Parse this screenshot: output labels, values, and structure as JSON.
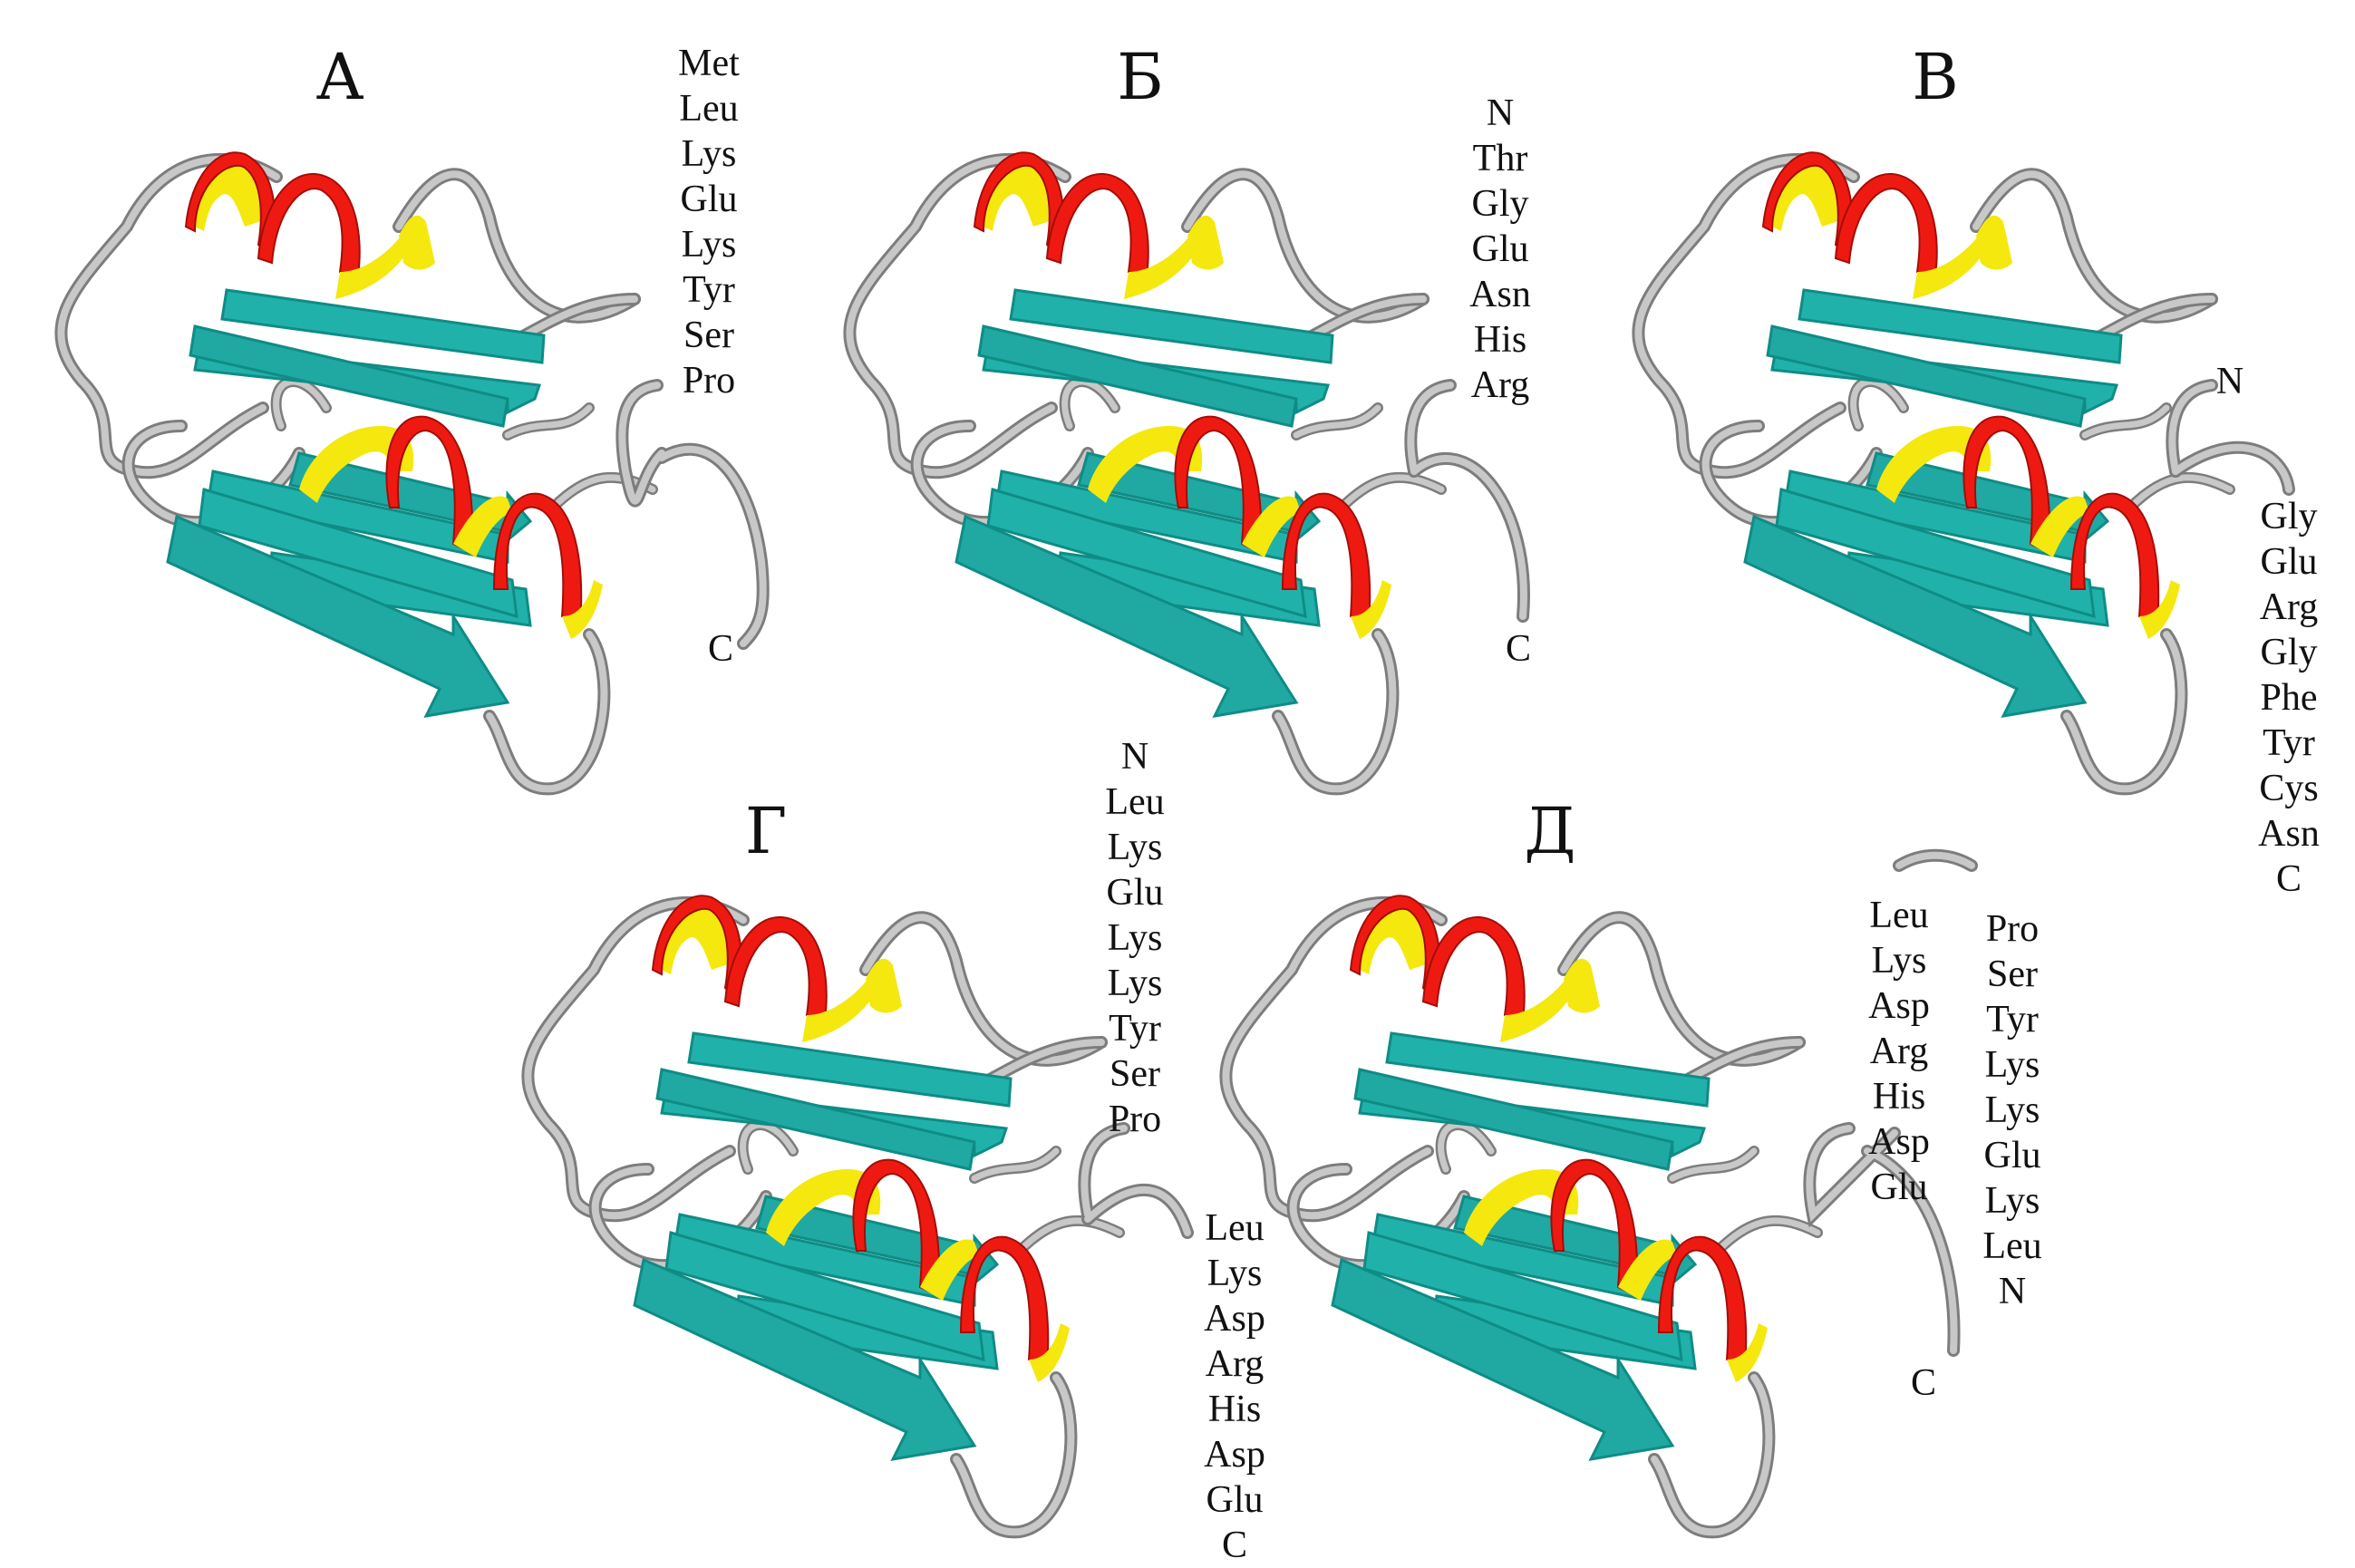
{
  "colors": {
    "helix_front": "#ee1a12",
    "helix_back": "#f4e80e",
    "strand": "#20b2aa",
    "strand_dark": "#0f8c85",
    "loop": "#b9b9b9",
    "loop_edge": "#7d7d7d"
  },
  "panels": [
    {
      "label": "А",
      "sequences": [
        {
          "residues": [
            "Met",
            "Leu",
            "Lys",
            "Glu",
            "Lys",
            "Tyr",
            "Ser",
            "Pro"
          ]
        }
      ],
      "terminals": [
        "C"
      ]
    },
    {
      "label": "Б",
      "sequences": [
        {
          "residues": [
            "N",
            "Thr",
            "Gly",
            "Glu",
            "Asn",
            "His",
            "Arg"
          ]
        }
      ],
      "terminals": [
        "C"
      ]
    },
    {
      "label": "В",
      "sequences": [
        {
          "residues": [
            "Gly",
            "Glu",
            "Arg",
            "Gly",
            "Phe",
            "Tyr",
            "Cys",
            "Asn",
            "C"
          ]
        }
      ],
      "terminals": [
        "N"
      ]
    },
    {
      "label": "Г",
      "sequences": [
        {
          "residues": [
            "N",
            "Leu",
            "Lys",
            "Glu",
            "Lys",
            "Lys",
            "Tyr",
            "Ser",
            "Pro"
          ]
        },
        {
          "residues": [
            "Leu",
            "Lys",
            "Asp",
            "Arg",
            "His",
            "Asp",
            "Glu",
            "C"
          ]
        }
      ],
      "terminals": []
    },
    {
      "label": "Д",
      "sequences": [
        {
          "residues": [
            "Leu",
            "Lys",
            "Asp",
            "Arg",
            "His",
            "Asp",
            "Glu"
          ]
        },
        {
          "residues": [
            "Pro",
            "Ser",
            "Tyr",
            "Lys",
            "Lys",
            "Glu",
            "Lys",
            "Leu",
            "N"
          ]
        }
      ],
      "terminals": [
        "C"
      ]
    }
  ]
}
